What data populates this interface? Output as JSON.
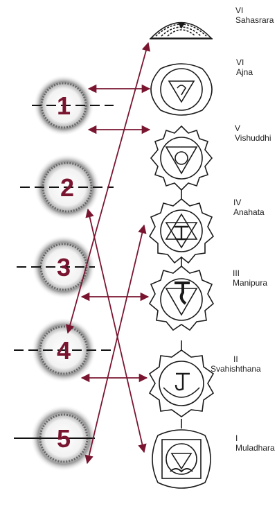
{
  "colors": {
    "arrow": "#7a1530",
    "number": "#7a1530",
    "ink": "#1a1a1a",
    "halo": "#555555"
  },
  "circles": [
    {
      "number": "1"
    },
    {
      "number": "2"
    },
    {
      "number": "3"
    },
    {
      "number": "4"
    },
    {
      "number": "5"
    }
  ],
  "chakras": [
    {
      "roman": "VI",
      "name": "Sahasrara",
      "icon": "lotus-crown-icon"
    },
    {
      "roman": "VI",
      "name": "Ajna",
      "icon": "two-petal-lotus-icon"
    },
    {
      "roman": "V",
      "name": "Vishuddhi",
      "icon": "throat-lotus-icon"
    },
    {
      "roman": "IV",
      "name": "Anahata",
      "icon": "heart-lotus-icon"
    },
    {
      "roman": "III",
      "name": "Manipura",
      "icon": "navel-lotus-icon"
    },
    {
      "roman": "II",
      "name": "Svahishthana",
      "icon": "sacral-lotus-icon"
    },
    {
      "roman": "I",
      "name": "Muladhara",
      "icon": "root-lotus-icon"
    }
  ]
}
